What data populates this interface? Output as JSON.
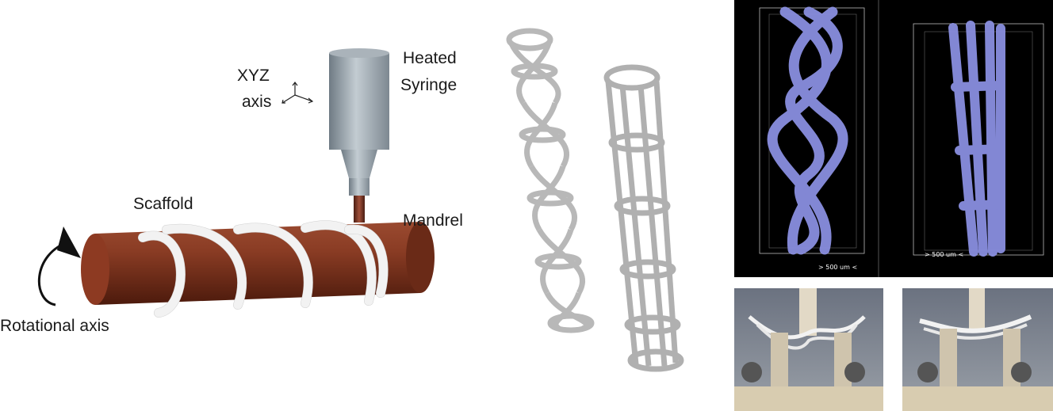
{
  "labels": {
    "xyz_line1": "XYZ",
    "xyz_line2": "axis",
    "syringe_line1": "Heated",
    "syringe_line2": "Syringe",
    "scaffold": "Scaffold",
    "mandrel": "Mandrel",
    "rotational_axis": "Rotational axis"
  },
  "microct": {
    "left_scale": "> 500 um <",
    "right_scale": "> 500 um <"
  },
  "colors": {
    "mandrel": "#7a3520",
    "scaffold_white": "#f2f2f2",
    "syringe_gray": "#9aa4ac",
    "render_gray": "#b3b3b3",
    "microct_purple": "#8a8fe0",
    "microct_bg": "#000000"
  }
}
